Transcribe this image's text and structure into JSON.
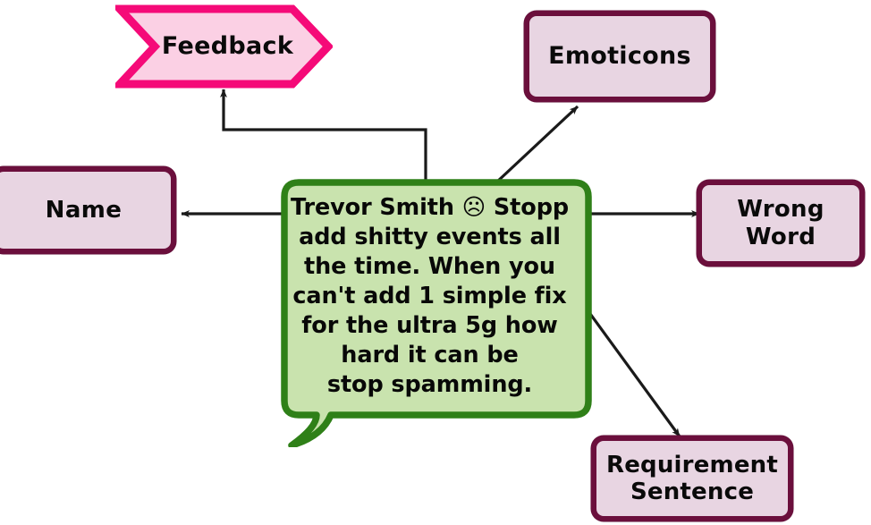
{
  "diagram": {
    "title": "Feedback comment annotation diagram",
    "colors": {
      "node_fill": "#e8d5e2",
      "node_border": "#6b0f3c",
      "bubble_fill": "#c9e3ae",
      "bubble_border": "#2f8018",
      "feedback_fill": "#fbd0e4",
      "feedback_border": "#f50a78",
      "edge_color": "#1a1a1a",
      "background": "#ffffff"
    },
    "nodes": {
      "feedback": {
        "label": "Feedback",
        "shape": "chevron-arrow"
      },
      "emoticons": {
        "label": "Emoticons",
        "shape": "rounded-rect"
      },
      "name": {
        "label": "Name",
        "shape": "rounded-rect"
      },
      "wrong_word": {
        "label": "Wrong\nWord",
        "shape": "rounded-rect"
      },
      "requirement_sentence": {
        "label": "Requirement\nSentence",
        "shape": "rounded-rect"
      },
      "comment_bubble": {
        "shape": "speech-bubble",
        "text": "Trevor Smith ☹ Stopp\nadd shitty events all\nthe time. When you\ncan't add 1 simple fix\nfor the ultra 5g how\nhard it can be\nstop spamming.",
        "emoticon_glyph": "☹"
      }
    },
    "edges": [
      {
        "id": "bubble-to-feedback",
        "from": "comment_bubble",
        "to": "feedback",
        "style": "orthogonal-elbow",
        "arrowhead": "target"
      },
      {
        "id": "bubble-to-emoticons",
        "from": "comment_bubble",
        "to": "emoticons",
        "style": "diagonal",
        "arrowhead": "target"
      },
      {
        "id": "bubble-to-name",
        "from": "comment_bubble",
        "to": "name",
        "style": "straight-horizontal",
        "arrowhead": "target"
      },
      {
        "id": "bubble-to-wrong-word",
        "from": "comment_bubble",
        "to": "wrong_word",
        "style": "straight-horizontal",
        "arrowhead": "target"
      },
      {
        "id": "bubble-to-requirement",
        "from": "comment_bubble",
        "to": "requirement_sentence",
        "style": "diagonal",
        "arrowhead": "target"
      }
    ]
  }
}
